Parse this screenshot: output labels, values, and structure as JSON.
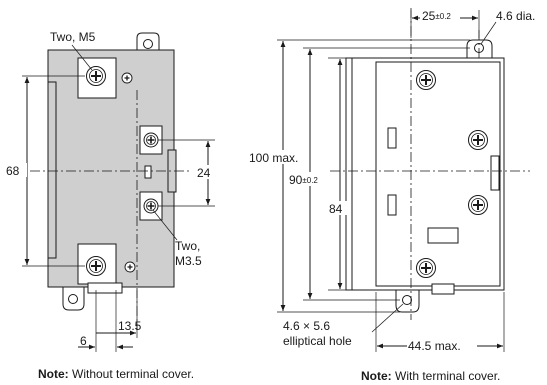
{
  "left_view": {
    "label_two_m5": "Two, M5",
    "dim_68": "68",
    "dim_24": "24",
    "label_two_m35_line1": "Two,",
    "label_two_m35_line2": "M3.5",
    "dim_13_5": "13.5",
    "dim_6": "6",
    "note_bold": "Note:",
    "note_text": " Without terminal cover."
  },
  "right_view": {
    "dim_25": "25",
    "dim_25_tol": "±0.2",
    "dim_4_6_dia": "4.6 dia.",
    "dim_100_max": "100 max.",
    "dim_90": "90",
    "dim_90_tol": "±0.2",
    "dim_84": "84",
    "label_elliptical_line1": "4.6 × 5.6",
    "label_elliptical_line2": "elliptical hole",
    "dim_44_5_max": "44.5 max.",
    "note_bold": "Note:",
    "note_text": " With terminal cover."
  },
  "colors": {
    "body_fill": "#cfcfcf",
    "line": "#1a1a1a"
  }
}
